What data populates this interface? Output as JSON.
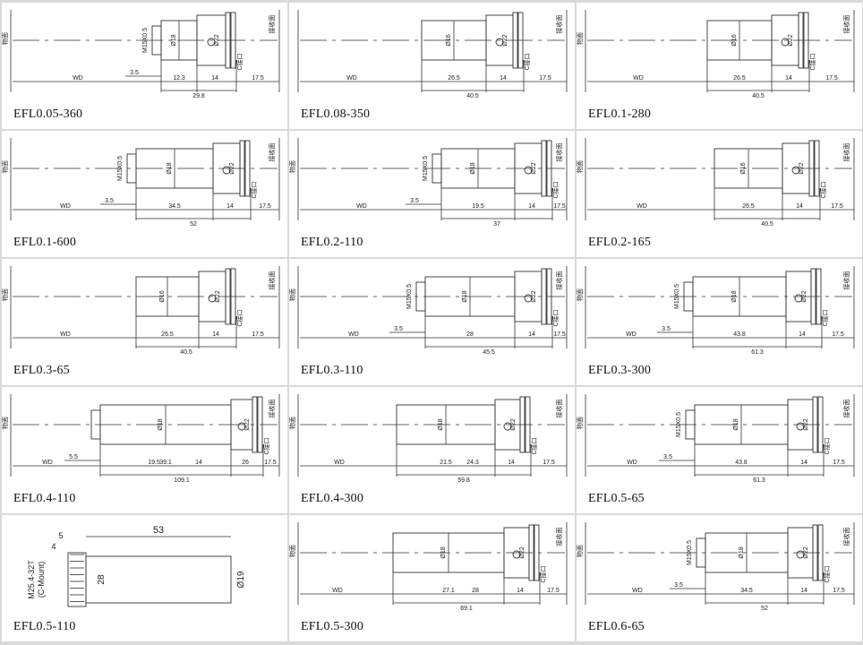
{
  "cells": [
    {
      "caption": "EFL0.05-360",
      "obj": "物面",
      "img": "接收面",
      "wd": "WD",
      "thread": "M15X0.5",
      "dia1": "Ø18",
      "dia2": "Ø22",
      "mount": "C接口",
      "step": "3.5",
      "d1": "12.3",
      "d2": "14",
      "d3": "17.5",
      "total": "29.8"
    },
    {
      "caption": "EFL0.08-350",
      "obj": "",
      "img": "接收面",
      "wd": "WD",
      "thread": "",
      "dia1": "Ø16",
      "dia2": "Ø22",
      "mount": "C接口",
      "step": "",
      "d1": "26.5",
      "d2": "14",
      "d3": "17.5",
      "total": "40.5"
    },
    {
      "caption": "EFL0.1-280",
      "obj": "物面",
      "img": "接收面",
      "wd": "WD",
      "thread": "",
      "dia1": "Ø16",
      "dia2": "Ø22",
      "mount": "C接口",
      "step": "",
      "d1": "26.5",
      "d2": "14",
      "d3": "17.5",
      "total": "40.5"
    },
    {
      "caption": "EFL0.1-600",
      "obj": "物面",
      "img": "接收面",
      "wd": "WD",
      "thread": "M15X0.5",
      "dia1": "Ø18",
      "dia2": "Ø22",
      "mount": "C接口",
      "step": "3.5",
      "d1": "34.5",
      "d2": "14",
      "d3": "17.5",
      "total": "52"
    },
    {
      "caption": "EFL0.2-110",
      "obj": "物面",
      "img": "接收面",
      "wd": "WD",
      "thread": "M15X0.5",
      "dia1": "Ø18",
      "dia2": "Ø22",
      "mount": "C接口",
      "step": "3.5",
      "d1": "19.5",
      "d2": "14",
      "d3": "17.5",
      "total": "37"
    },
    {
      "caption": "EFL0.2-165",
      "obj": "物面",
      "img": "接收面",
      "wd": "WD",
      "thread": "",
      "dia1": "Ø16",
      "dia2": "Ø22",
      "mount": "C接口",
      "step": "",
      "d1": "26.5",
      "d2": "14",
      "d3": "17.5",
      "total": "40.5"
    },
    {
      "caption": "EFL0.3-65",
      "obj": "物面",
      "img": "接收面",
      "wd": "WD",
      "thread": "",
      "dia1": "Ø16",
      "dia2": "Ø22",
      "mount": "C接口",
      "step": "",
      "d1": "26.5",
      "d2": "14",
      "d3": "17.5",
      "total": "40.5"
    },
    {
      "caption": "EFL0.3-110",
      "obj": "物面",
      "img": "接收面",
      "wd": "WD",
      "thread": "M15X0.5",
      "dia1": "Ø18",
      "dia2": "Ø22",
      "mount": "C接口",
      "step": "3.5",
      "d1": "28",
      "d2": "14",
      "d3": "17.5",
      "total": "45.5"
    },
    {
      "caption": "EFL0.3-300",
      "obj": "物面",
      "img": "接收面",
      "wd": "WD",
      "thread": "M15X0.5",
      "dia1": "Ø18",
      "dia2": "Ø22",
      "mount": "C接口",
      "step": "3.5",
      "d1": "43.8",
      "d2": "14",
      "d3": "17.5",
      "total": "61.3"
    },
    {
      "caption": "EFL0.4-110",
      "obj": "物面",
      "img": "接收面",
      "wd": "WD",
      "thread": "",
      "dia1": "Ø18",
      "dia2": "Ø22",
      "mount": "C接口",
      "step": "5.5",
      "d1": "39.1",
      "d2": "26",
      "d2b": "19.5",
      "d3b": "14",
      "d4": "17.5",
      "total": "109.1"
    },
    {
      "caption": "EFL0.4-300",
      "obj": "物面",
      "img": "接收面",
      "wd": "WD",
      "thread": "",
      "dia1": "Ø18",
      "dia2": "Ø22",
      "mount": "C接口",
      "step": "",
      "d1": "21.5",
      "d1b": "24.3",
      "d2": "14",
      "d3": "17.5",
      "total": "59.8"
    },
    {
      "caption": "EFL0.5-65",
      "obj": "物面",
      "img": "接收面",
      "wd": "WD",
      "thread": "M15X0.5",
      "dia1": "Ø18",
      "dia2": "Ø22",
      "mount": "C接口",
      "step": "3.5",
      "d1": "43.8",
      "d2": "14",
      "d3": "17.5",
      "total": "61.3"
    },
    {
      "caption": "EFL0.5-110",
      "thread": "M25.4-32T",
      "mount": "(C-Mount)",
      "d4": "4",
      "d5": "5",
      "d53": "53",
      "d28": "28",
      "d19": "Ø19"
    },
    {
      "caption": "EFL0.5-300",
      "obj": "物面",
      "img": "接收面",
      "wd": "WD",
      "thread": "",
      "dia1": "Ø18",
      "dia2": "Ø22",
      "mount": "C接口",
      "step": "",
      "d1": "27.1",
      "d1b": "28",
      "d2": "14",
      "d3": "17.5",
      "total": "69.1"
    },
    {
      "caption": "EFL0.6-65",
      "obj": "物面",
      "img": "接收面",
      "wd": "WD",
      "thread": "M15X0.5",
      "dia1": "Ø18",
      "dia2": "Ø22",
      "mount": "C接口",
      "step": "3.5",
      "d1": "34.5",
      "d2": "14",
      "d3": "17.5",
      "total": "52"
    }
  ]
}
